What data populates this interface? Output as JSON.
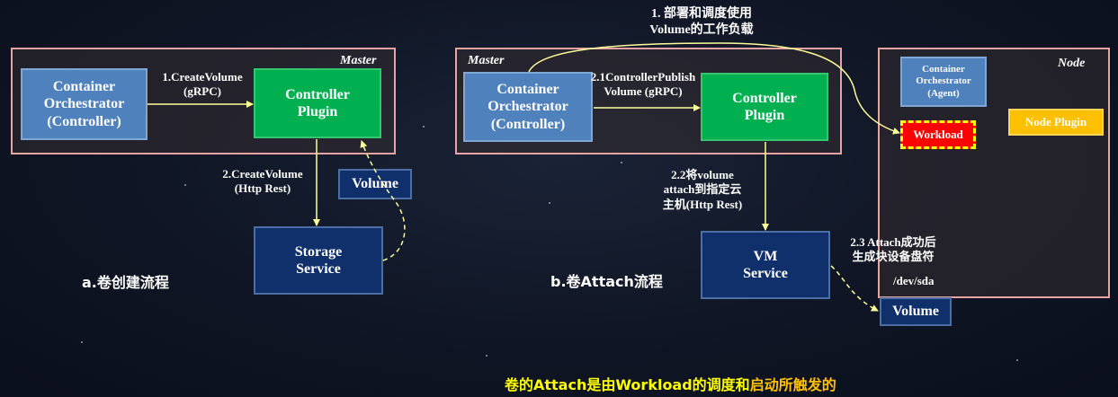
{
  "left": {
    "frame_label": "Master",
    "orchestrator": [
      "Container",
      "Orchestrator",
      "(Controller)"
    ],
    "plugin": [
      "Controller",
      "Plugin"
    ],
    "storage": [
      "Storage",
      "Service"
    ],
    "volume": "Volume",
    "step1": [
      "1.CreateVolume",
      "(gRPC)"
    ],
    "step2": [
      "2.CreateVolume",
      "(Http Rest)"
    ],
    "caption": "a.卷创建流程"
  },
  "right": {
    "frame_label": "Master",
    "orchestrator": [
      "Container",
      "Orchestrator",
      "(Controller)"
    ],
    "plugin": [
      "Controller",
      "Plugin"
    ],
    "vm": [
      "VM",
      "Service"
    ],
    "step1": [
      "1. 部署和调度使用",
      "Volume的工作负载"
    ],
    "step21": [
      "2.1ControllerPublish",
      "Volume (gRPC)"
    ],
    "step22": [
      "2.2将volume",
      "attach到指定云",
      "主机(Http Rest)"
    ],
    "step23": [
      "2.3 Attach成功后",
      "生成块设备盘符"
    ],
    "dev": "/dev/sda",
    "volume": "Volume",
    "caption": "b.卷Attach流程"
  },
  "node": {
    "frame_label": "Node",
    "agent": [
      "Container",
      "Orchestrator",
      "(Agent)"
    ],
    "workload": "Workload",
    "node_plugin": "Node Plugin"
  },
  "footer": {
    "part1": "卷的Attach是由Workload的调度和",
    "part2": "启动所触发的"
  },
  "colors": {
    "blue_box": "#4f81bd",
    "green_box": "#00b050",
    "navy_box": "#10306b",
    "node_plugin": "#ffc000",
    "workload": "#ff0000",
    "arrow": "#ffff99",
    "footer_yellow": "#ffff00",
    "footer_orange": "#ffc000",
    "frame_border": "#e8a3a3"
  }
}
